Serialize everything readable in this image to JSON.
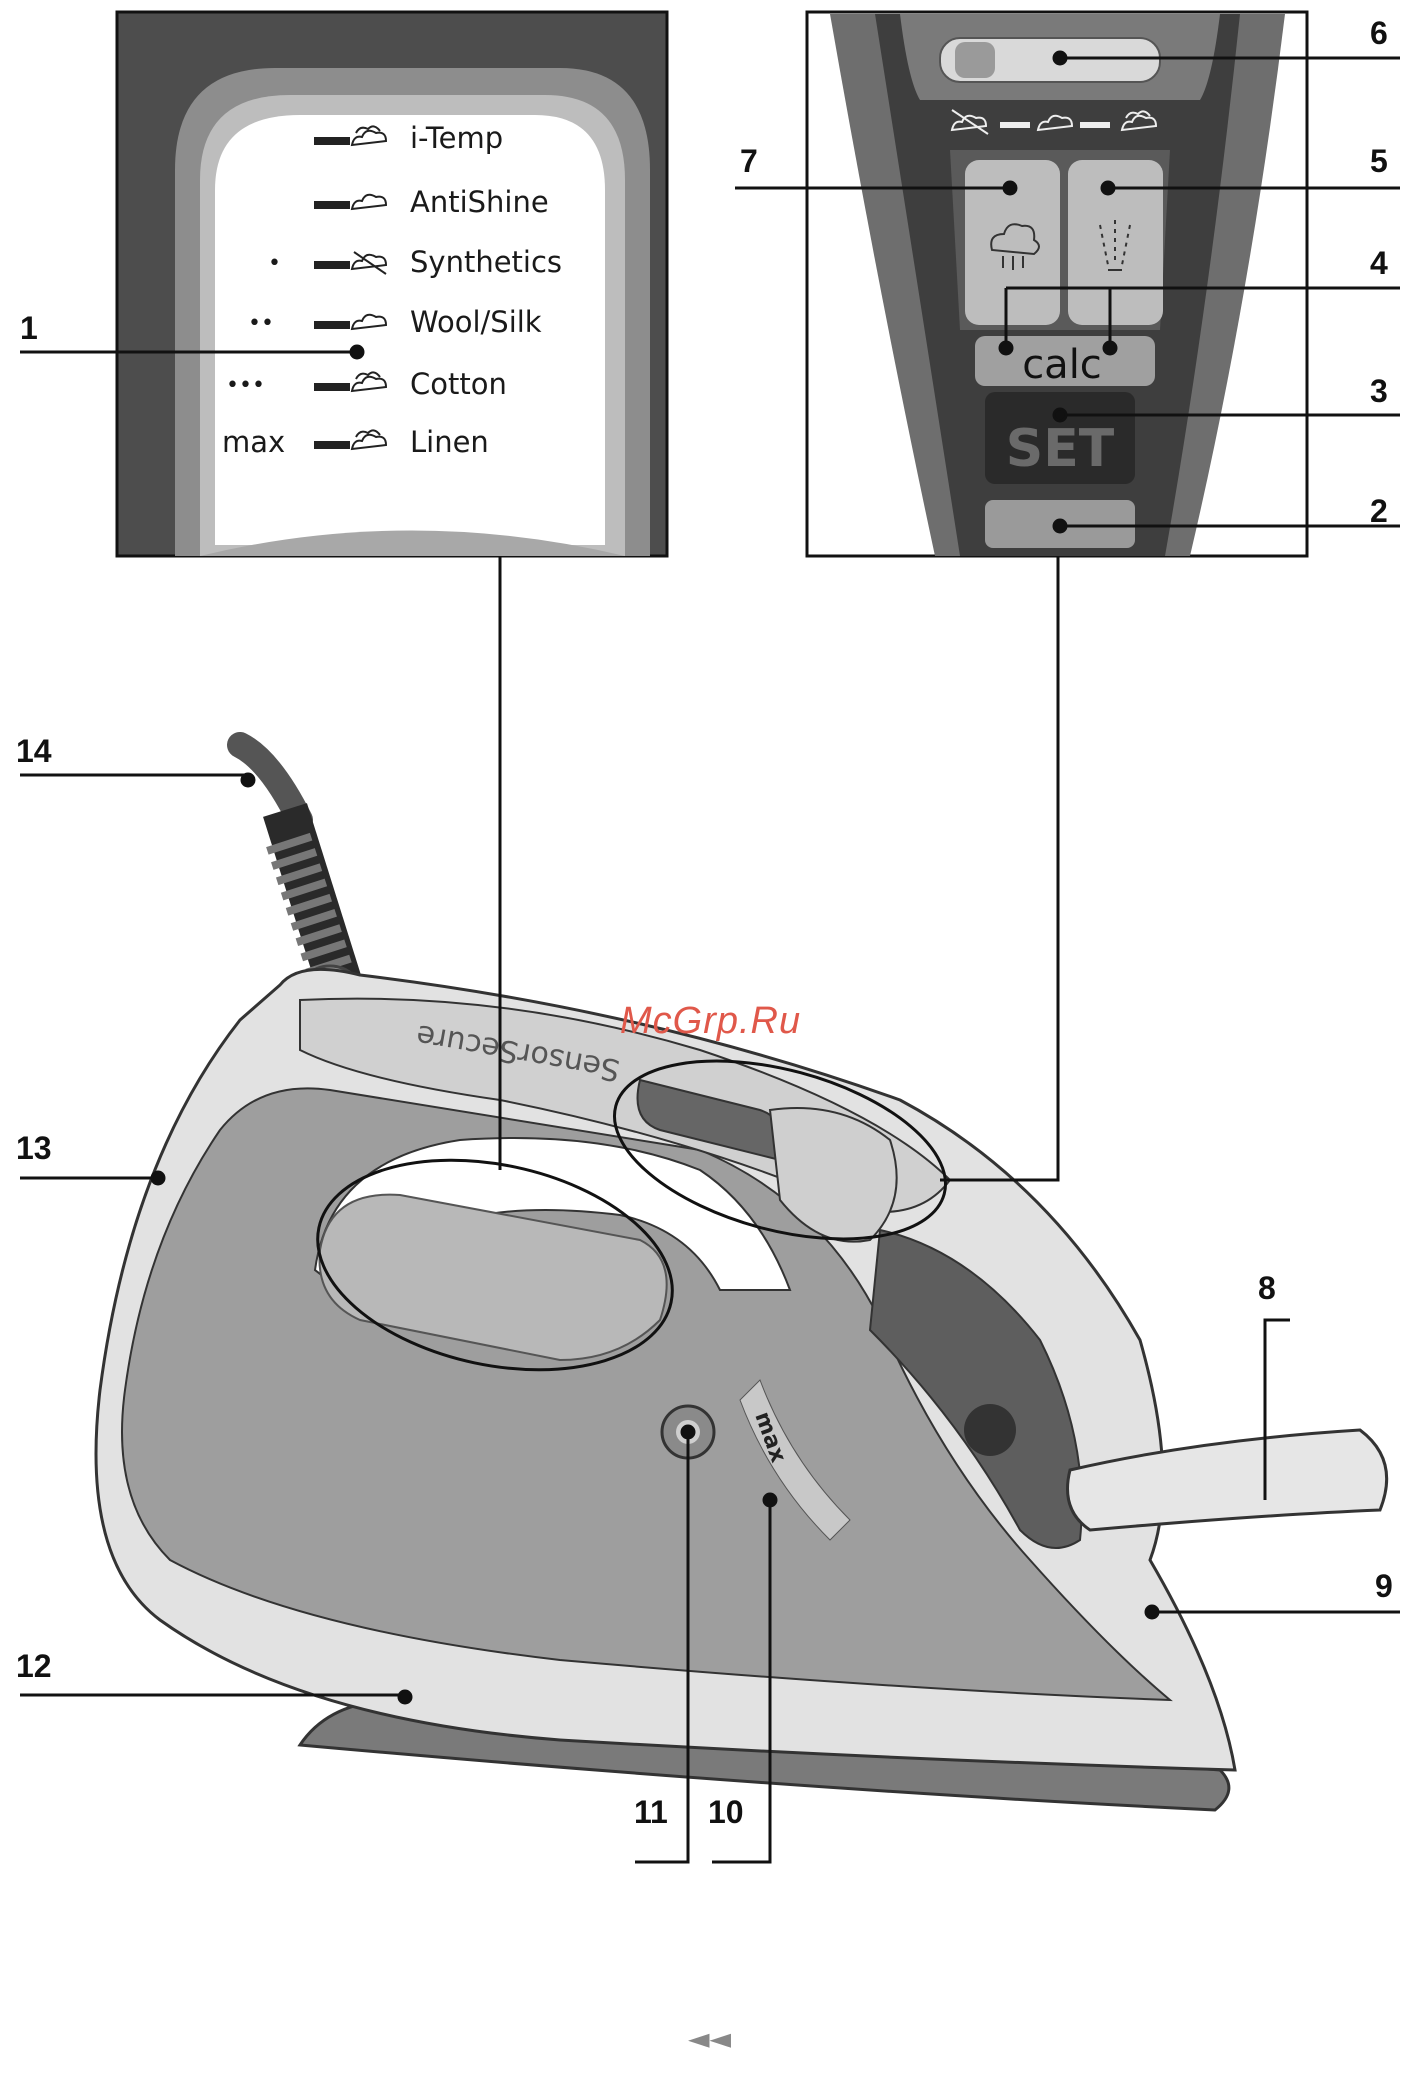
{
  "watermark": "McGrp.Ru",
  "page_nav": "◄◄",
  "callouts": {
    "c1": "1",
    "c2": "2",
    "c3": "3",
    "c4": "4",
    "c5": "5",
    "c6": "6",
    "c7": "7",
    "c8": "8",
    "c9": "9",
    "c10": "10",
    "c11": "11",
    "c12": "12",
    "c13": "13",
    "c14": "14"
  },
  "temperature_panel": {
    "rows": [
      {
        "dots": "",
        "label": "i-Temp"
      },
      {
        "dots": "",
        "label": "AntiShine"
      },
      {
        "dots": "•",
        "label": "Synthetics"
      },
      {
        "dots": "••",
        "label": "Wool/Silk"
      },
      {
        "dots": "•••",
        "label": "Cotton"
      },
      {
        "dots": "max",
        "label": "Linen"
      }
    ]
  },
  "control_panel": {
    "calc_label": "calc",
    "set_label": "SET"
  },
  "iron_body": {
    "brand_text": "SensorSecure",
    "max_mark": "max"
  },
  "colors": {
    "panel_bg": "#4a4a4a",
    "panel_frame": "#8c8c8c",
    "iron_body": "#dcdcdc",
    "iron_band": "#9c9c9c",
    "line": "#111111"
  },
  "icons": [
    "steam-cloud-icon",
    "no-steam-icon",
    "steam-shot-icon",
    "spray-icon"
  ]
}
